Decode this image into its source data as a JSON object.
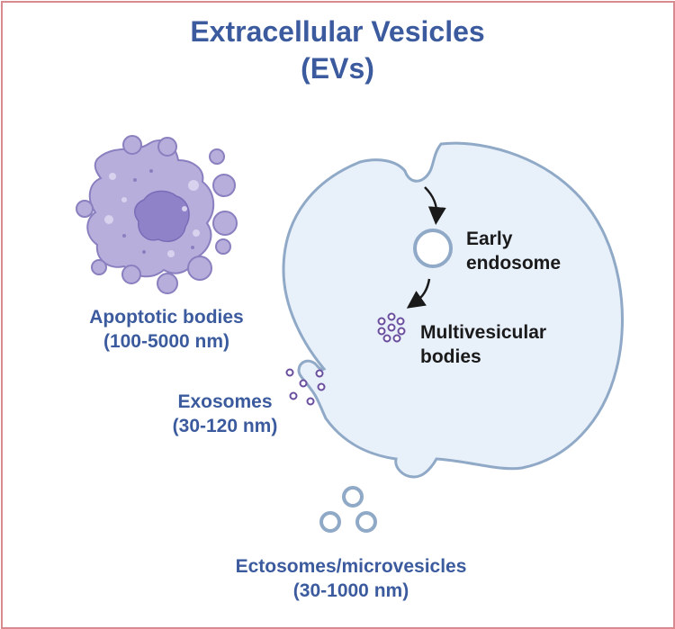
{
  "title": {
    "line1": "Extracellular Vesicles",
    "line2": "(EVs)"
  },
  "labels": {
    "apoptotic_name": "Apoptotic bodies",
    "apoptotic_size": "(100-5000 nm)",
    "exosomes_name": "Exosomes",
    "exosomes_size": "(30-120 nm)",
    "ectosomes_name": "Ectosomes/microvesicles",
    "ectosomes_size": "(30-1000 nm)",
    "early_line1": "Early",
    "early_line2": "endosome",
    "mvb_line1": "Multivesicular",
    "mvb_line2": "bodies"
  },
  "colors": {
    "title": "#3b5b9e",
    "frame": "#d98a8e",
    "cell_fill": "#e8f0fa",
    "cell_stroke": "#8fa9c7",
    "apoptotic_fill": "#b8aedc",
    "vesicle_purple": "#6a4f9e"
  }
}
